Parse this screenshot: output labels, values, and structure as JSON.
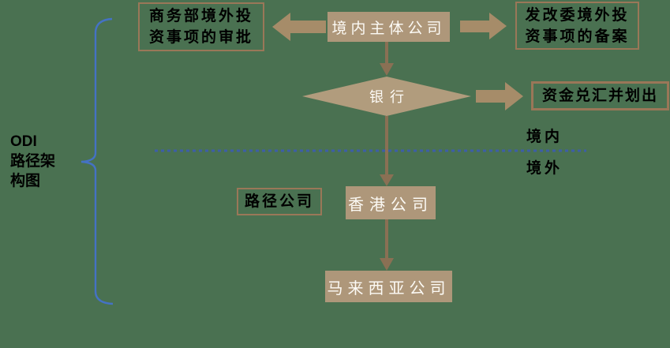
{
  "colors": {
    "background": "#4A7151",
    "tan-fill": "#AE977A",
    "diamond-fill": "#B19C7D",
    "block-arrow": "#A68C69",
    "connector": "#8A7054",
    "box-border": "#9A7758",
    "brace-blue": "#4472C4",
    "dashed-line": "#3D5EA8",
    "text-dark": "#000000",
    "text-light": "#FCFAF5"
  },
  "title_label": {
    "line1": "ODI",
    "line2": "路径架",
    "line3": "构图"
  },
  "nodes": {
    "mofcom_approval": {
      "line1": "商务部境外投",
      "line2": "资事项的审批"
    },
    "domestic_company": {
      "label": "境内主体公司"
    },
    "ndrc_filing": {
      "line1": "发改委境外投",
      "line2": "资事项的备案"
    },
    "bank": {
      "label": "银行"
    },
    "fx_transfer": {
      "label": "资金兑汇并划出"
    },
    "path_company": {
      "label": "路径公司"
    },
    "hk_company": {
      "label": "香港公司"
    },
    "malaysia_company": {
      "label": "马来西亚公司"
    }
  },
  "region_labels": {
    "onshore": "境内",
    "offshore": "境外"
  }
}
